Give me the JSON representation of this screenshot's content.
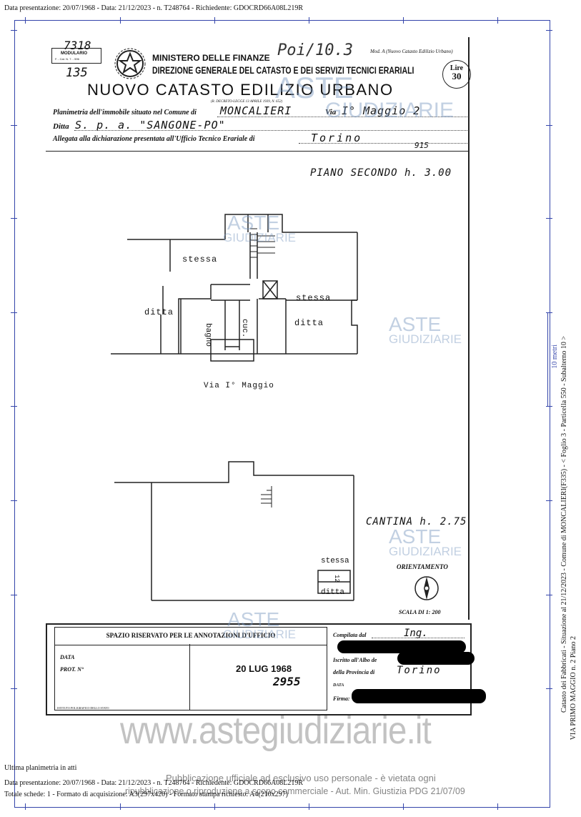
{
  "header": {
    "top_line": "Data presentazione: 20/07/1968 - Data: 21/12/2023 - n. T248764 - Richiedente: GDOCRD66A08L219R"
  },
  "form": {
    "modulario_num": "7318",
    "modulario_label": "MODULARIO",
    "modulario_sub": "F. - Cat. N. 7. - 596",
    "corner_num": "135",
    "handwritten_top": "Poi/10.3",
    "ministry": "MINISTERO DELLE FINANZE",
    "direction": "DIREZIONE GENERALE DEL CATASTO E DEI SERVIZI TECNICI ERARIALI",
    "model": "Mod. A (Nuovo Catasto Edilizio Urbano)",
    "stamp_top": "Lire",
    "stamp_value": "30",
    "title": "NUOVO CATASTO EDILIZIO URBANO",
    "decree": "(R. DECRETO-LEGGE 13 APRILE 1939, N. 652)",
    "line1_label": "Planimetria dell'immobile situato nel Comune di",
    "comune": "MONCALIERI",
    "via_label": "Via",
    "via_value": "I° Maggio 2",
    "line2_label": "Ditta",
    "ditta": "S. p. a.  \"SANGONE-PO\"",
    "line3_label": "Allegata alla dichiarazione presentata all'Ufficio Tecnico Erariale di",
    "ufficio": "Torino",
    "sheet_num": "915"
  },
  "plan": {
    "floor_label": "PIANO SECONDO h. 3.00",
    "labels": {
      "stessa_top": "stessa",
      "stessa_right": "stessa",
      "ditta_left": "ditta",
      "ditta_right": "ditta",
      "bagno": "bagno",
      "cuc": "cuc.",
      "street": "Via I° Maggio"
    },
    "cellar_label": "CANTINA h. 2.75",
    "cellar_stessa": "stessa",
    "cellar_ditta": "ditta",
    "cellar_num": "12",
    "orientation": "ORIENTAMENTO",
    "scale": "SCALA DI 1: 200"
  },
  "footer_box": {
    "title": "SPAZIO RISERVATO PER LE ANNOTAZIONI D'UFFICIO",
    "data_label": "DATA",
    "prot_label": "PROT. N°",
    "stamp_date": "20 LUG 1968",
    "stamp_num": "2955",
    "printer": "ISTITUTO POLIGRAFICO DELLO STATO",
    "compilata": "Compilata dal",
    "compilata_value": "Ing.",
    "iscritto": "Iscritto all'Albo de",
    "provincia": "della Provincia di",
    "provincia_value": "Torino",
    "data_right": "DATA",
    "firma": "Firma:"
  },
  "watermarks": {
    "aste": "ASTE",
    "giudiziarie": "GIUDIZIARIE",
    "site": "www.astegiudiziarie.it",
    "notice1": "Pubblicazione ufficiale ad esclusivo uso personale - è vietata ogni",
    "notice2": "ripubblicazione o riproduzione a scopo commerciale - Aut. Min. Giustizia PDG 21/07/09"
  },
  "bottom": {
    "ultima": "Ultima planimetria in atti",
    "line1": "Data presentazione: 20/07/1968 - Data: 21/12/2023 - n. T248764 - Richiedente: GDOCRD66A08L219R",
    "line2": "Totale schede: 1 - Formato di acquisizione: A3(297x420) - Formato stampa richiesto: A4(210x297)"
  },
  "side": {
    "scale_bar": "10 metri",
    "line1": "Catasto dei Fabbricati - Situazione al 21/12/2023 - Comune di MONCALIERI(F335) - < Foglio 3 - Particella 550 - Subalterno 10 >",
    "line2": "VIA PRIMO MAGGIO n. 2 Piano 2"
  }
}
